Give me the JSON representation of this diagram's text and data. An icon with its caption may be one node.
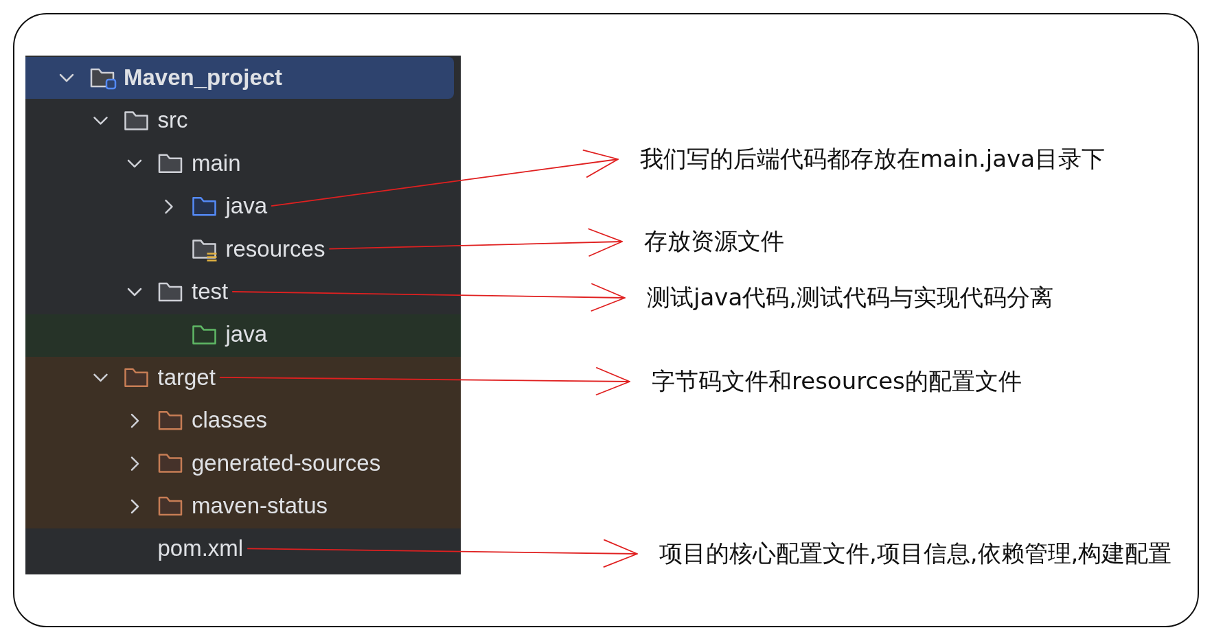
{
  "diagram": {
    "nodes": [
      {
        "text": [
          "Maven_project"
        ]
      },
      {
        "text": [
          "src"
        ]
      },
      {
        "text": [
          "main"
        ]
      },
      {
        "text": [
          "java"
        ]
      },
      {
        "text": [
          "resources"
        ]
      },
      {
        "text": [
          "test"
        ]
      },
      {
        "text": [
          "java"
        ]
      },
      {
        "text": [
          "target"
        ]
      },
      {
        "text": [
          "classes"
        ]
      },
      {
        "text": [
          "generated-sources"
        ]
      },
      {
        "text": [
          "maven-status"
        ]
      },
      {
        "text": [
          "pom.xml"
        ]
      },
      {
        "text": [
          "我们写的后端代码都存放在main.java目录下"
        ]
      },
      {
        "text": [
          "存放资源文件"
        ]
      },
      {
        "text": [
          "测试java代码,测试代码与实现代码分离"
        ]
      },
      {
        "text": [
          "字节码文件和resources的配置文件"
        ]
      },
      {
        "text": [
          "项目的核心配置文件,项目信息,依赖管理,构建配置"
        ]
      }
    ],
    "edges": [
      {
        "from": 3,
        "to": 12,
        "arrow": "to"
      },
      {
        "from": 4,
        "to": 13,
        "arrow": "to"
      },
      {
        "from": 5,
        "to": 14,
        "arrow": "to"
      },
      {
        "from": 7,
        "to": 15,
        "arrow": "to"
      },
      {
        "from": 11,
        "to": 16,
        "arrow": "to"
      }
    ]
  }
}
